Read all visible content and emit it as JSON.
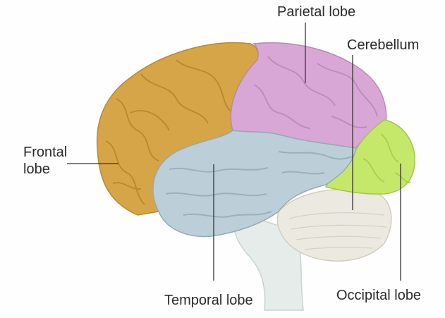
{
  "labels": {
    "parietal": "Parietal lobe",
    "cerebellum": "Cerebellum",
    "frontal": "Frontal lobe",
    "temporal": "Temporal lobe",
    "occipital": "Occipital lobe"
  },
  "colors": {
    "frontal": "#d6a548",
    "parietal": "#d9a7d6",
    "temporal": "#bccfd8",
    "occipital": "#c6e86a",
    "cerebellum": "#ece9e0",
    "brainstem": "#e5ecea",
    "leader_line": "#333333",
    "background": "#fefefe"
  }
}
